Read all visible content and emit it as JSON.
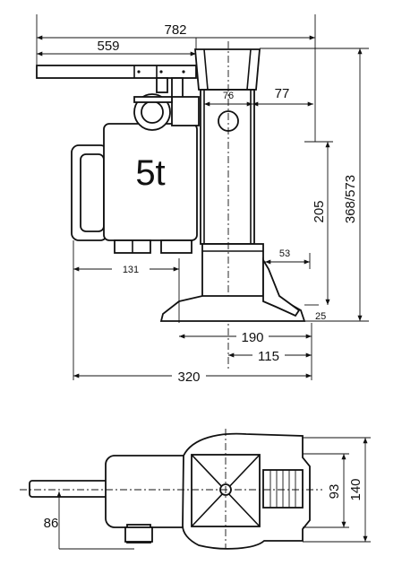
{
  "side_view": {
    "capacity_label": "5t",
    "dims": {
      "overall_width": "782",
      "handle_length": "559",
      "head_width": "76",
      "head_offset": "77",
      "toe_height": "205",
      "height_range": "368/573",
      "toe_length": "53",
      "pump_offset": "131",
      "toe_thickness": "25",
      "base_width": "190",
      "base_offset": "115",
      "overall_depth": "320"
    }
  },
  "top_view": {
    "dims": {
      "handle_offset": "86",
      "inner_width": "93",
      "outer_width": "140"
    }
  }
}
